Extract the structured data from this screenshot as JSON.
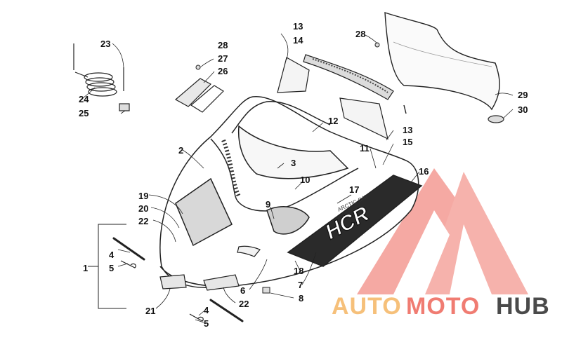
{
  "diagram": {
    "callouts": [
      "1",
      "2",
      "3",
      "4",
      "5",
      "6",
      "7",
      "8",
      "9",
      "10",
      "11",
      "12",
      "13",
      "14",
      "15",
      "16",
      "17",
      "18",
      "19",
      "20",
      "21",
      "22",
      "23",
      "24",
      "25",
      "26",
      "27",
      "28",
      "29",
      "30",
      "13",
      "28",
      "22",
      "4",
      "5"
    ]
  },
  "decals": {
    "hood_script": "HCR",
    "small_badge": "ARCTIC CAT"
  },
  "watermark": {
    "brand_part1": "AUTO",
    "brand_part2": "MOTO",
    "brand_part3": "HUB",
    "colors": {
      "auto": "#f6c07a",
      "moto": "#f07c72",
      "hub": "#4a4a4a",
      "logo": "#f5a09a"
    }
  }
}
